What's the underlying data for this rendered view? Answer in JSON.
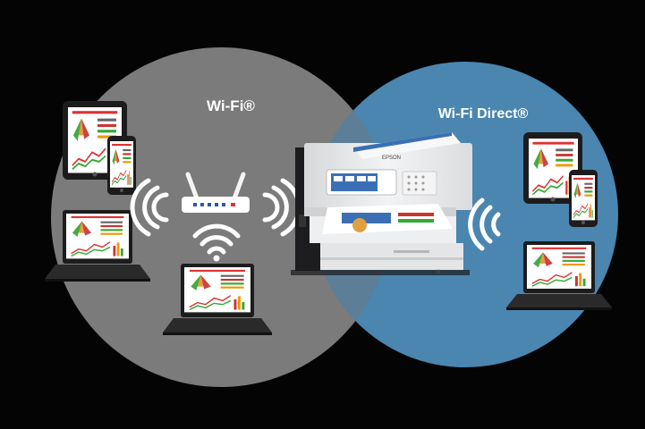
{
  "diagram": {
    "wifi_label": "Wi-Fi®",
    "wifi_direct_label": "Wi-Fi Direct®",
    "printer_brand": "EPSON",
    "colors": {
      "background": "#040404",
      "wifi_circle": "#7a7a7a",
      "wifi_direct_circle": "#4a86b0",
      "overlap": "#5a7f99",
      "device_dark": "#1c1c1c",
      "printer_body": "#e9eaec",
      "screen": "#3a6fb6"
    },
    "icons": [
      "tablet-icon",
      "smartphone-icon",
      "laptop-icon",
      "router-icon",
      "wifi-signal-icon",
      "printer-icon",
      "wireless-waves-icon"
    ]
  }
}
